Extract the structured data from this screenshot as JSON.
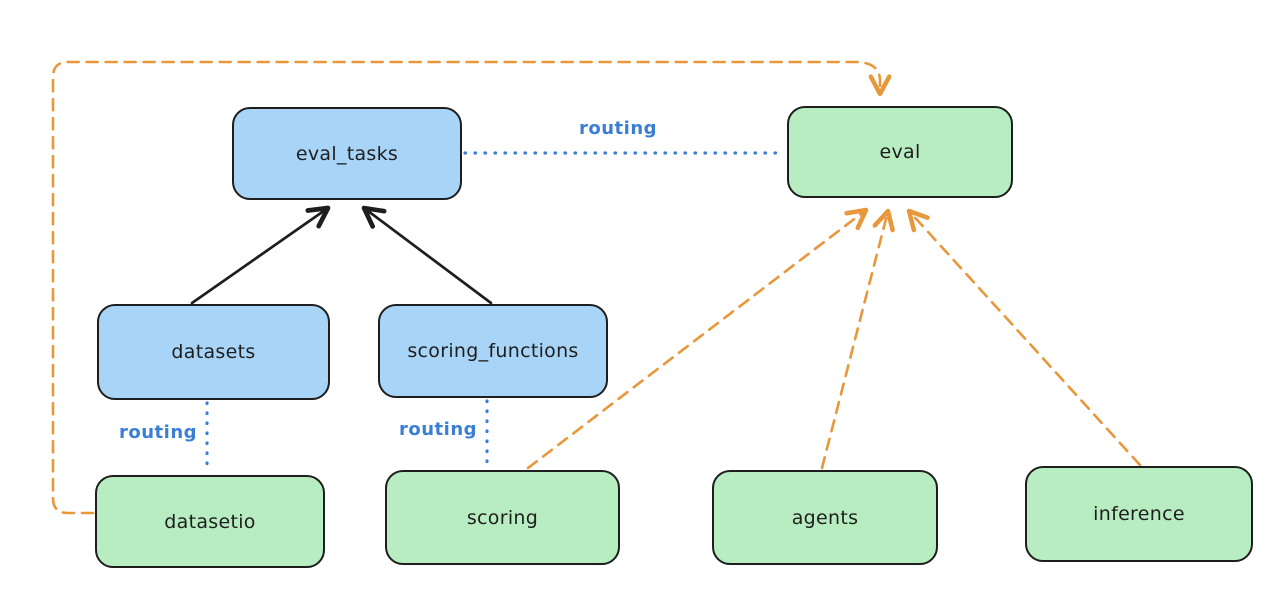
{
  "diagram": {
    "colors": {
      "background": "#ffffff",
      "node_border": "#1e1e1e",
      "api_node_fill_blue": "#a7d4f7",
      "provider_node_fill_green": "#b7edc0",
      "routing_line_blue": "#3b7fd4",
      "dashed_arrow_orange": "#e8973a",
      "solid_arrow_black": "#1e1e1e"
    },
    "nodes": {
      "eval_tasks": {
        "label": "eval_tasks",
        "kind": "blue"
      },
      "eval": {
        "label": "eval",
        "kind": "green"
      },
      "datasets": {
        "label": "datasets",
        "kind": "blue"
      },
      "scoring_functions": {
        "label": "scoring_functions",
        "kind": "blue"
      },
      "datasetio": {
        "label": "datasetio",
        "kind": "green"
      },
      "scoring": {
        "label": "scoring",
        "kind": "green"
      },
      "agents": {
        "label": "agents",
        "kind": "green"
      },
      "inference": {
        "label": "inference",
        "kind": "green"
      }
    },
    "edge_labels": {
      "eval_tasks_to_eval": "routing",
      "datasets_to_datasetio": "routing",
      "scoring_functions_to_scoring": "routing"
    },
    "edges": [
      {
        "from": "datasets",
        "to": "eval_tasks",
        "style": "solid",
        "color": "black",
        "arrowhead": true
      },
      {
        "from": "scoring_functions",
        "to": "eval_tasks",
        "style": "solid",
        "color": "black",
        "arrowhead": true
      },
      {
        "from": "eval_tasks",
        "to": "eval",
        "style": "dotted",
        "color": "blue",
        "arrowhead": false,
        "label": "routing"
      },
      {
        "from": "datasets",
        "to": "datasetio",
        "style": "dotted",
        "color": "blue",
        "arrowhead": false,
        "label": "routing"
      },
      {
        "from": "scoring_functions",
        "to": "scoring",
        "style": "dotted",
        "color": "blue",
        "arrowhead": false,
        "label": "routing"
      },
      {
        "from": "datasetio",
        "to": "eval",
        "style": "dashed",
        "color": "orange",
        "arrowhead": true
      },
      {
        "from": "scoring",
        "to": "eval",
        "style": "dashed",
        "color": "orange",
        "arrowhead": true
      },
      {
        "from": "agents",
        "to": "eval",
        "style": "dashed",
        "color": "orange",
        "arrowhead": true
      },
      {
        "from": "inference",
        "to": "eval",
        "style": "dashed",
        "color": "orange",
        "arrowhead": true
      }
    ]
  }
}
